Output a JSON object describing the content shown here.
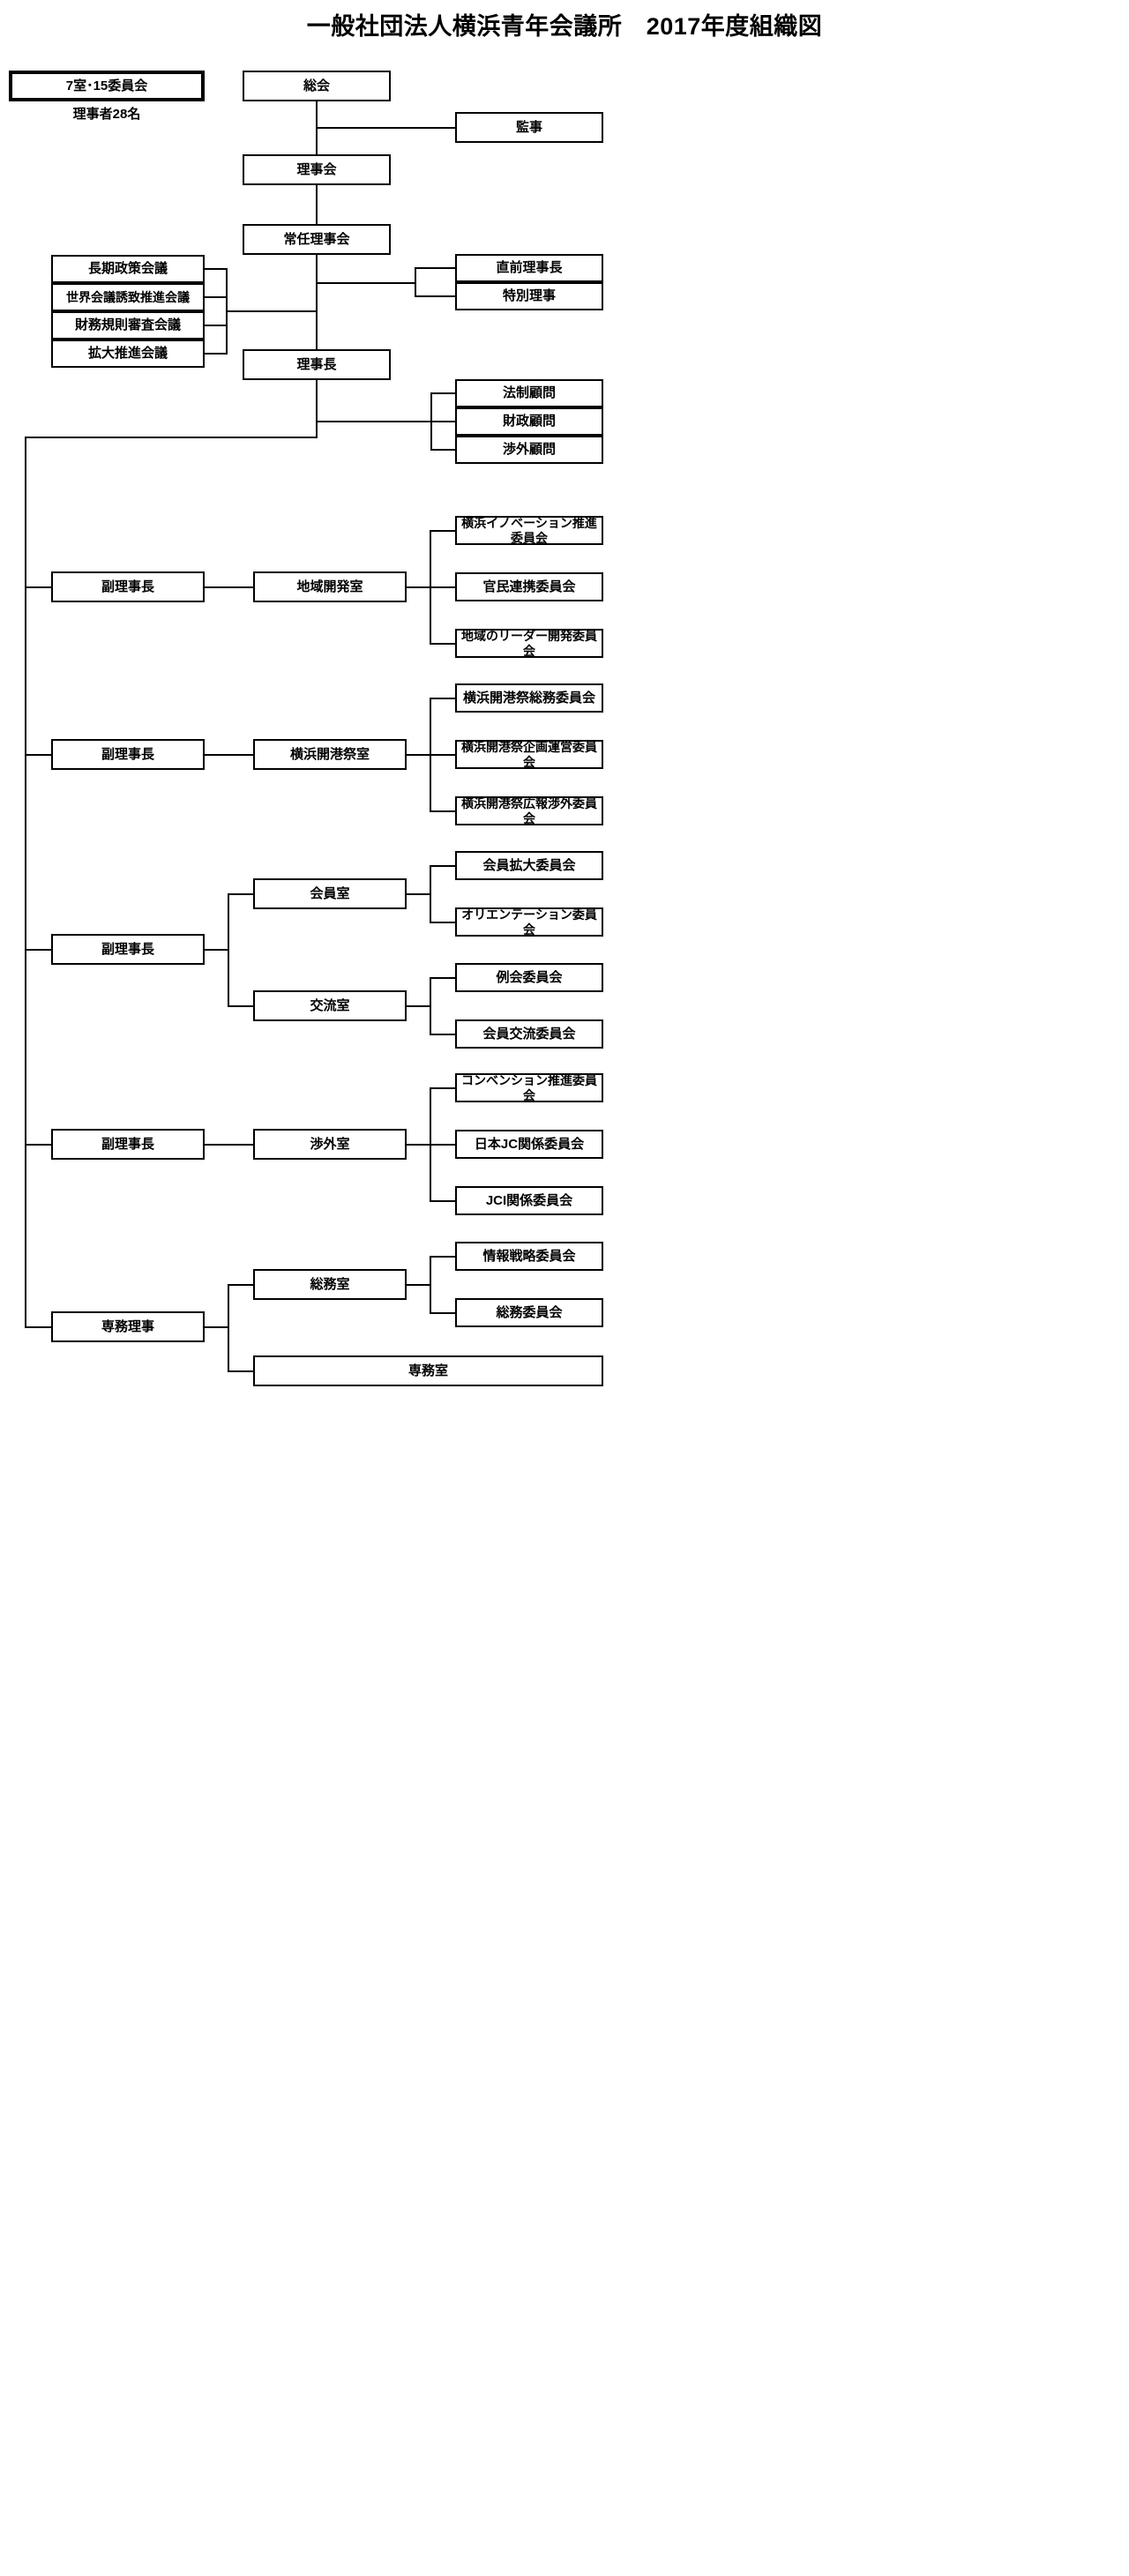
{
  "title": "一般社団法人横浜青年会議所　2017年度組織図",
  "summary": {
    "rooms_committees": "7室･15委員会",
    "directors_count": "理事者28名"
  },
  "governance": {
    "general_assembly": "総会",
    "auditor": "監事",
    "board_of_directors": "理事会",
    "standing_board": "常任理事会",
    "president": "理事長"
  },
  "councils": [
    {
      "label": "長期政策会議"
    },
    {
      "label": "世界会議誘致推進会議"
    },
    {
      "label": "財務規則審査会議"
    },
    {
      "label": "拡大推進会議"
    }
  ],
  "special_directors": [
    {
      "label": "直前理事長"
    },
    {
      "label": "特別理事"
    }
  ],
  "advisors": [
    {
      "label": "法制顧問"
    },
    {
      "label": "財政顧問"
    },
    {
      "label": "渉外顧問"
    }
  ],
  "divisions": [
    {
      "officer": "副理事長",
      "rooms": [
        {
          "name": "地域開発室",
          "committees": [
            "横浜イノベーション推進委員会",
            "官民連携委員会",
            "地域のリーダー開発委員会"
          ]
        }
      ]
    },
    {
      "officer": "副理事長",
      "rooms": [
        {
          "name": "横浜開港祭室",
          "committees": [
            "横浜開港祭総務委員会",
            "横浜開港祭企画運営委員会",
            "横浜開港祭広報渉外委員会"
          ]
        }
      ]
    },
    {
      "officer": "副理事長",
      "rooms": [
        {
          "name": "会員室",
          "committees": [
            "会員拡大委員会",
            "オリエンテーション委員会"
          ]
        },
        {
          "name": "交流室",
          "committees": [
            "例会委員会",
            "会員交流委員会"
          ]
        }
      ]
    },
    {
      "officer": "副理事長",
      "rooms": [
        {
          "name": "渉外室",
          "committees": [
            "コンベンション推進委員会",
            "日本JC関係委員会",
            "JCI関係委員会"
          ]
        }
      ]
    },
    {
      "officer": "専務理事",
      "rooms": [
        {
          "name": "総務室",
          "committees": [
            "情報戦略委員会",
            "総務委員会"
          ]
        },
        {
          "name": "専務室",
          "committees": []
        }
      ]
    }
  ],
  "colors": {
    "line": "#000000",
    "background": "#ffffff",
    "text": "#000000"
  }
}
